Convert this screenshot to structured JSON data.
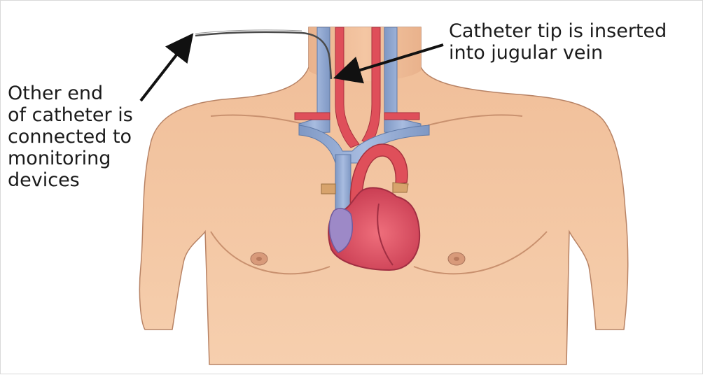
{
  "callouts": {
    "catheter_other_end": {
      "lines": [
        "Other end",
        "of catheter is",
        "connected to",
        "monitoring",
        "devices"
      ]
    },
    "catheter_tip": {
      "lines": [
        "Catheter tip is inserted",
        "into jugular vein"
      ]
    }
  },
  "colors": {
    "skin": "#f3c6a2",
    "skin_outline": "#b88365",
    "vein_blue": "#8fa7cf",
    "artery_red": "#e0505a",
    "heart_red": "#d9475b",
    "heart_purple": "#9d89c7",
    "catheter": "#4a4a4a",
    "arrow": "#111111",
    "text": "#1b1b1b"
  }
}
